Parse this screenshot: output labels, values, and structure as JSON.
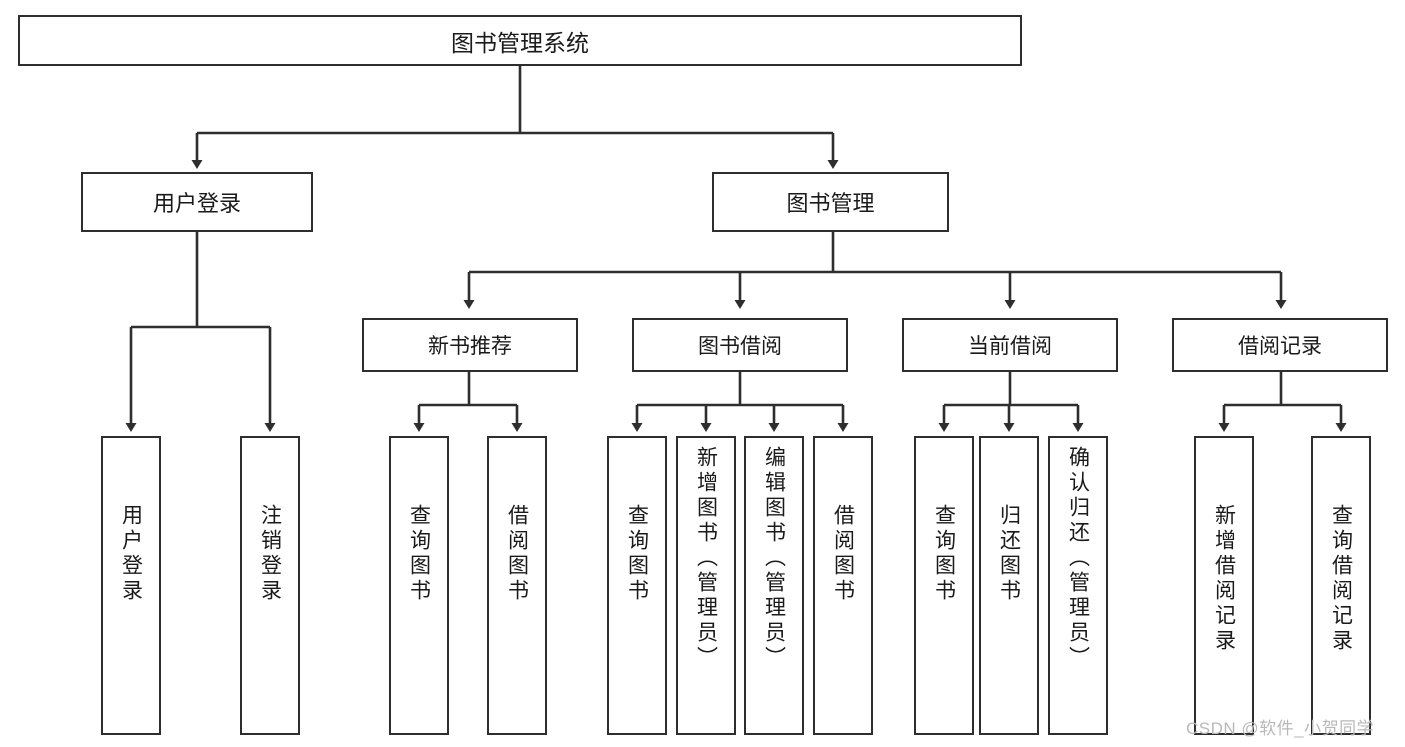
{
  "diagram": {
    "title": "图书管理系统",
    "type": "tree",
    "stroke_color": "#2e2e2e",
    "fill_color": "#ffffff",
    "text_color": "#1a1a1a"
  },
  "root": {
    "label": "图书管理系统"
  },
  "level2": [
    {
      "label": "用户登录"
    },
    {
      "label": "图书管理"
    }
  ],
  "level3": [
    {
      "label": "新书推荐"
    },
    {
      "label": "图书借阅"
    },
    {
      "label": "当前借阅"
    },
    {
      "label": "借阅记录"
    }
  ],
  "leaves": {
    "user_login": [
      {
        "label": "用户登录"
      },
      {
        "label": "注销登录"
      }
    ],
    "new_book_recommend": [
      {
        "label": "查询图书"
      },
      {
        "label": "借阅图书"
      }
    ],
    "book_borrow": [
      {
        "label": "查询图书"
      },
      {
        "label": "新增图书（管理员）"
      },
      {
        "label": "编辑图书（管理员）"
      },
      {
        "label": "借阅图书"
      }
    ],
    "current_borrow": [
      {
        "label": "查询图书"
      },
      {
        "label": "归还图书"
      },
      {
        "label": "确认归还（管理员）"
      }
    ],
    "borrow_record": [
      {
        "label": "新增借阅记录"
      },
      {
        "label": "查询借阅记录"
      }
    ]
  },
  "watermark": {
    "text": "CSDN @软件_小贺同学"
  },
  "chart_data": {
    "type": "table",
    "title": "图书管理系统 功能结构图",
    "hierarchy": [
      {
        "level": 1,
        "label": "图书管理系统",
        "children": [
          {
            "level": 2,
            "label": "用户登录",
            "children": [
              {
                "level": 3,
                "label": "用户登录"
              },
              {
                "level": 3,
                "label": "注销登录"
              }
            ]
          },
          {
            "level": 2,
            "label": "图书管理",
            "children": [
              {
                "level": 3,
                "label": "新书推荐",
                "children": [
                  {
                    "level": 4,
                    "label": "查询图书"
                  },
                  {
                    "level": 4,
                    "label": "借阅图书"
                  }
                ]
              },
              {
                "level": 3,
                "label": "图书借阅",
                "children": [
                  {
                    "level": 4,
                    "label": "查询图书"
                  },
                  {
                    "level": 4,
                    "label": "新增图书（管理员）"
                  },
                  {
                    "level": 4,
                    "label": "编辑图书（管理员）"
                  },
                  {
                    "level": 4,
                    "label": "借阅图书"
                  }
                ]
              },
              {
                "level": 3,
                "label": "当前借阅",
                "children": [
                  {
                    "level": 4,
                    "label": "查询图书"
                  },
                  {
                    "level": 4,
                    "label": "归还图书"
                  },
                  {
                    "level": 4,
                    "label": "确认归还（管理员）"
                  }
                ]
              },
              {
                "level": 3,
                "label": "借阅记录",
                "children": [
                  {
                    "level": 4,
                    "label": "新增借阅记录"
                  },
                  {
                    "level": 4,
                    "label": "查询借阅记录"
                  }
                ]
              }
            ]
          }
        ]
      }
    ]
  }
}
